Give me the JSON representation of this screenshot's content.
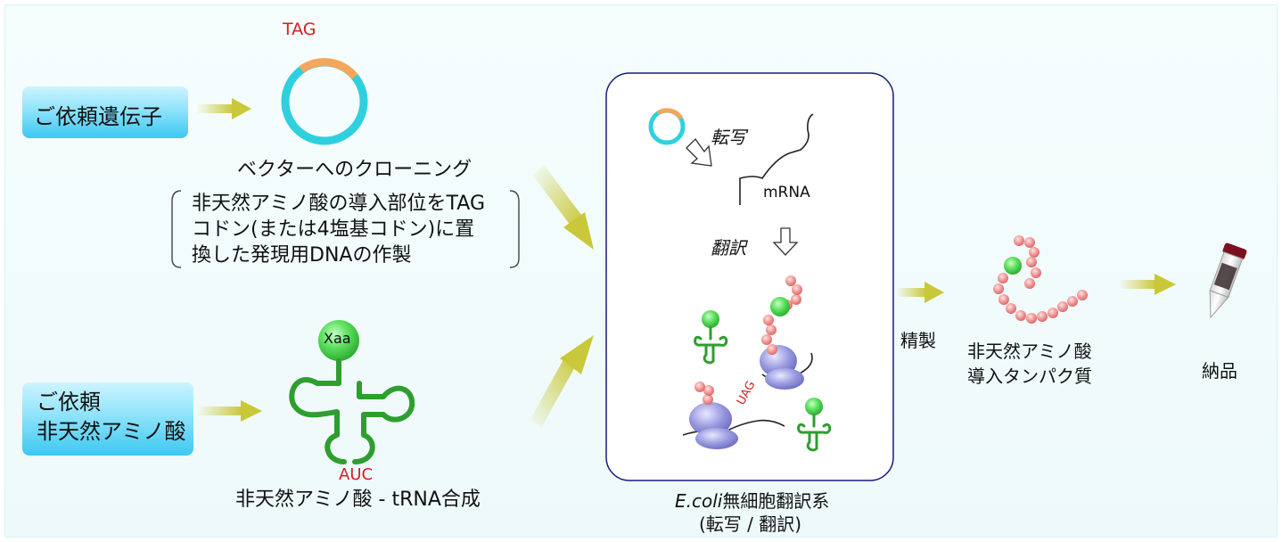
{
  "inputs": {
    "gene_button": "ご依頼遺伝子",
    "amino_button_line1": "ご依頼",
    "amino_button_line2": "非天然アミノ酸"
  },
  "plasmid": {
    "codon_label": "TAG",
    "caption": "ベクターへのクローニング"
  },
  "note": {
    "line1": "非天然アミノ酸の導入部位をTAG",
    "line2": "コドン(または4塩基コドン)に置",
    "line3": "換した発現用DNAの作製"
  },
  "trna": {
    "amino_label": "Xaa",
    "anticodon_label": "AUC",
    "caption": "非天然アミノ酸 - tRNA合成"
  },
  "system": {
    "transcription_label": "転写",
    "mrna_label": "mRNA",
    "translation_label": "翻訳",
    "codon_label": "UAG",
    "caption_italic": "E.coli",
    "caption_rest": "無細胞翻訳系",
    "caption_line2": "(転写 / 翻訳)"
  },
  "purification": {
    "label": "精製"
  },
  "product": {
    "line1": "非天然アミノ酸",
    "line2": "導入タンパク質"
  },
  "delivery": {
    "label": "納品"
  },
  "colors": {
    "cyan_ring": "#2fd0de",
    "orange_segment": "#f4a75a",
    "trna_green": "#2e9e2e",
    "amino_green": "#5ee060",
    "bead_pink": "#f08080",
    "ribosome_purple": "#8f8fd8",
    "arrow_olive": "#c9c83a",
    "codon_red": "#d42020",
    "panel_border": "#1a1a7a"
  }
}
